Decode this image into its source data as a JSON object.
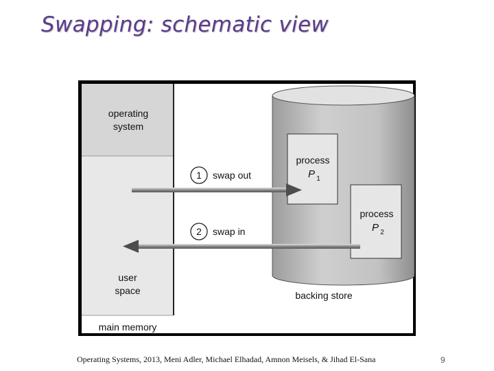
{
  "slide": {
    "title": "Swapping: schematic view",
    "footer": "Operating Systems, 2013, Meni Adler, Michael Elhadad, Amnon Meisels, & Jihad El-Sana",
    "page_number": "9"
  },
  "diagram": {
    "os_label_line1": "operating",
    "os_label_line2": "system",
    "user_space_line1": "user",
    "user_space_line2": "space",
    "main_memory_label": "main memory",
    "backing_store_label": "backing store",
    "process1": {
      "label": "process",
      "name": "P",
      "subscript": "1"
    },
    "process2": {
      "label": "process",
      "name": "P",
      "subscript": "2"
    },
    "swap_out": {
      "number": "1",
      "label": "swap out"
    },
    "swap_in": {
      "number": "2",
      "label": "swap in"
    }
  },
  "colors": {
    "title": "#5b3b8c",
    "memory_os_region": "#d6d6d6",
    "memory_user_region": "#e8e8e8",
    "disk": "#c4c4c4",
    "frame": "#000000"
  }
}
